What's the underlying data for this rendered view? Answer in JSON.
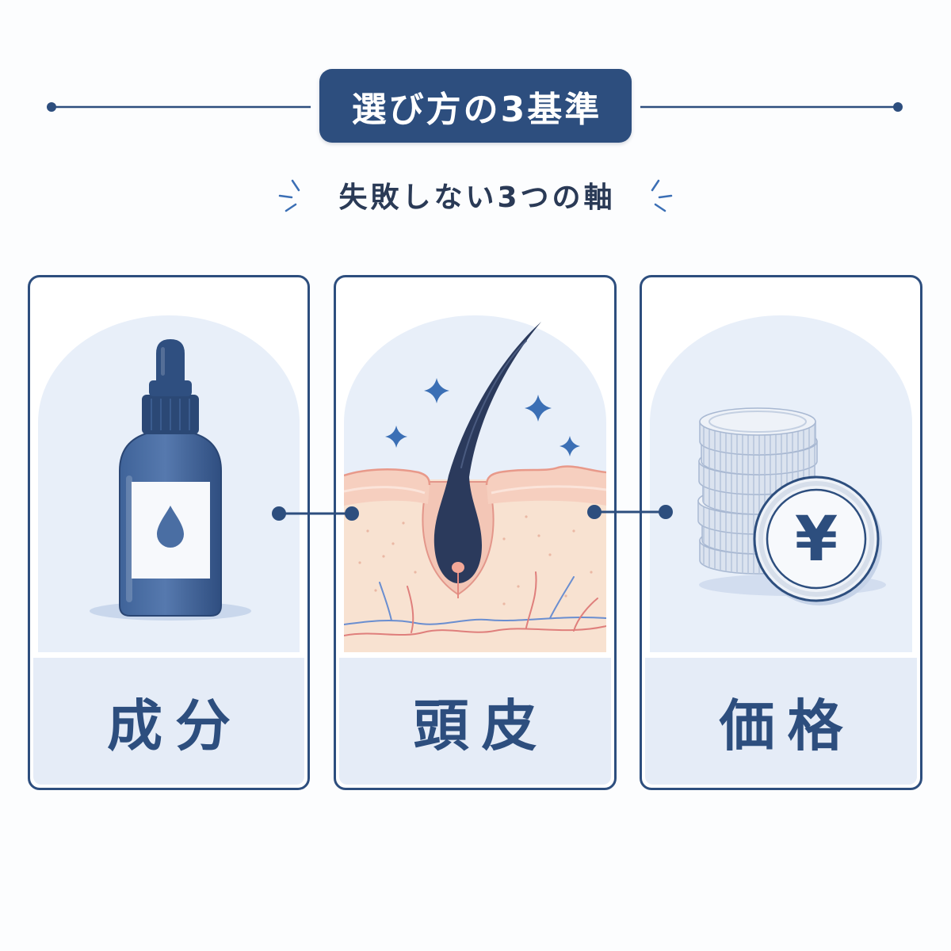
{
  "title": "選び方の3基準",
  "subtitle": "失敗しない3つの軸",
  "cards": [
    {
      "label": "成分",
      "icon": "dropper-bottle-icon"
    },
    {
      "label": "頭皮",
      "icon": "scalp-hair-follicle-icon"
    },
    {
      "label": "価格",
      "icon": "yen-coins-icon"
    }
  ],
  "coin_symbol": "¥",
  "colors": {
    "navy": "#2d4e7e",
    "accent": "#3b6fb5",
    "arch": "#e8eff9",
    "band": "#e5ecf7",
    "text": "#2a3a56"
  }
}
